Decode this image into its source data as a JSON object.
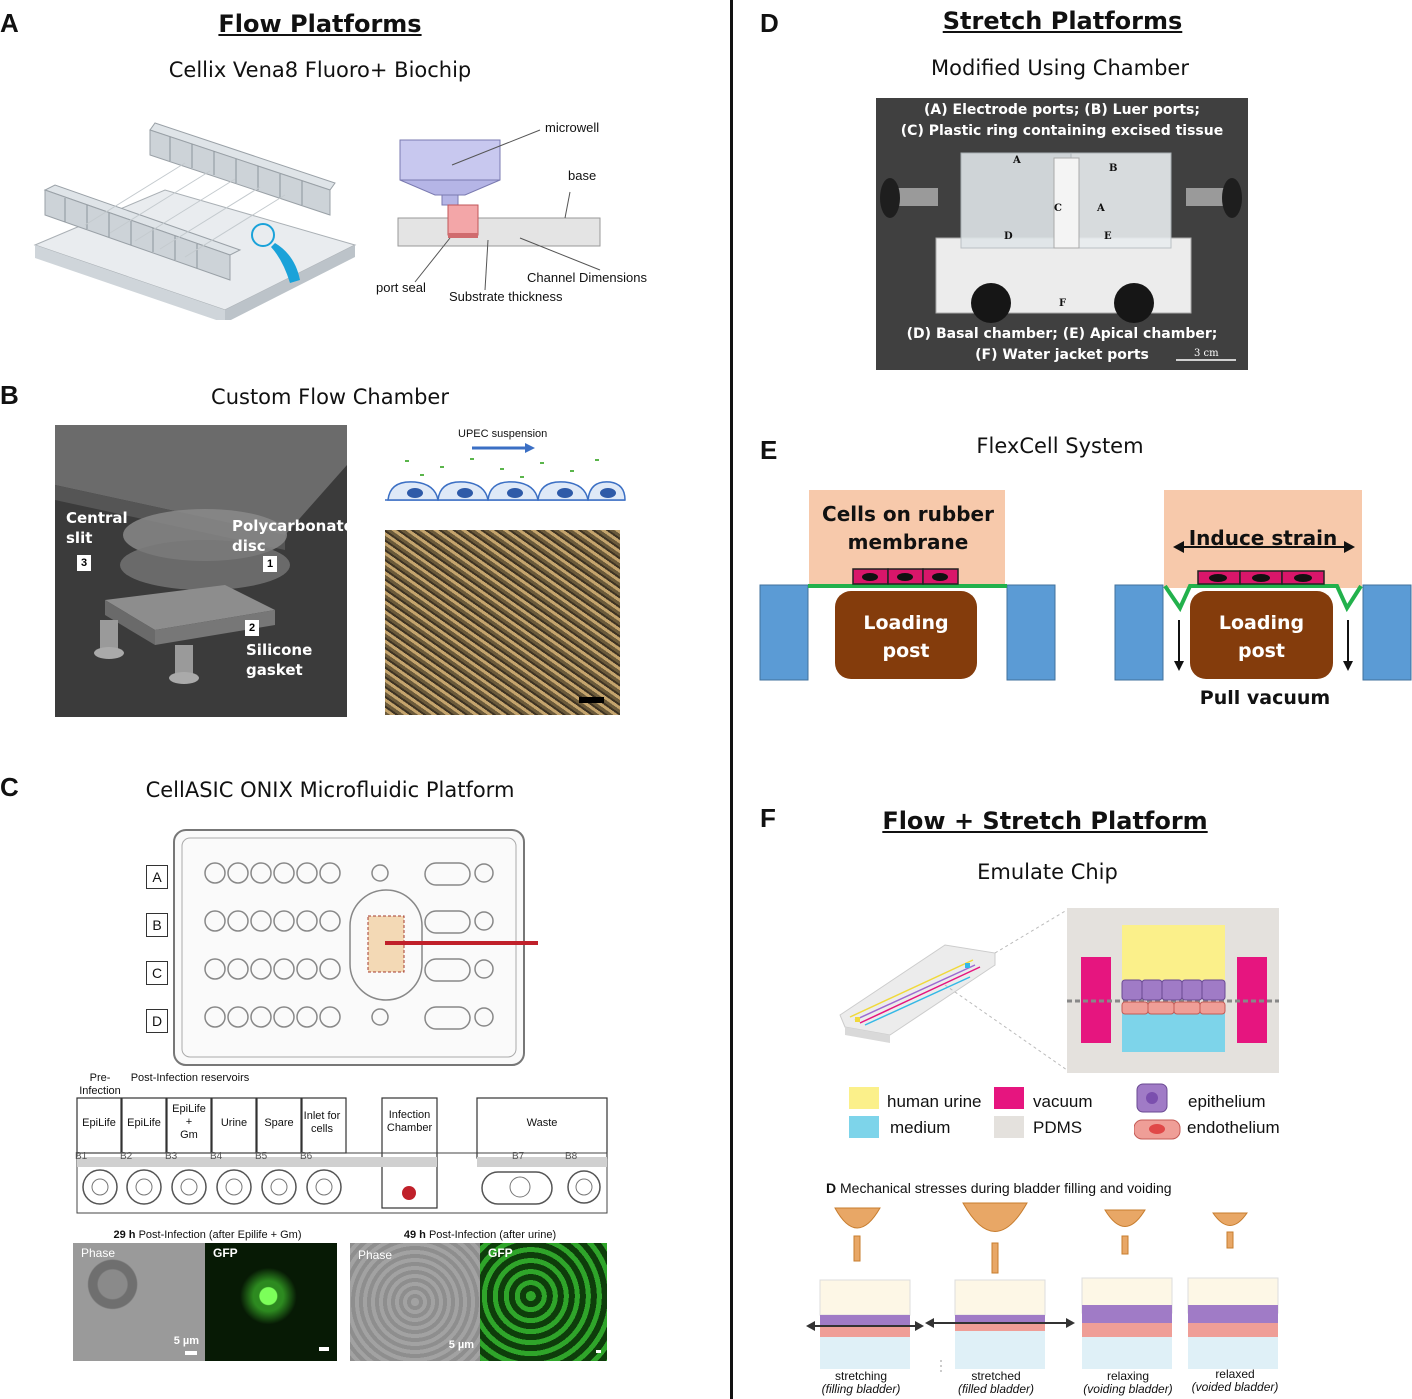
{
  "panels": {
    "A": {
      "letter": "A",
      "heading": "Flow Platforms",
      "subtitle": "Cellix Vena8 Fluoro+ Biochip",
      "diagram_labels": {
        "microwell": "microwell",
        "base": "base",
        "port_seal": "port seal",
        "channel_dimensions": "Channel Dimensions",
        "substrate_thickness": "Substrate thickness"
      }
    },
    "B": {
      "letter": "B",
      "subtitle": "Custom Flow Chamber",
      "labels": {
        "central_slit": [
          "Central",
          "slit"
        ],
        "polycarbonate_disc": [
          "Polycarbonate",
          "disc"
        ],
        "silicone_gasket": [
          "Silicone",
          "gasket"
        ],
        "n1": "1",
        "n2": "2",
        "n3": "3"
      },
      "upec": "UPEC suspension"
    },
    "C": {
      "letter": "C",
      "subtitle": "CellASIC ONIX Microfluidic Platform",
      "rows": [
        "A",
        "B",
        "C",
        "D"
      ],
      "pre_infection": [
        "Pre-",
        "Infection"
      ],
      "post_infection": "Post-Infection reservoirs",
      "reservoirs": [
        "EpiLife",
        "EpiLife",
        "EpiLife\n+\nGm",
        "Urine",
        "Spare",
        "Inlet for\ncells"
      ],
      "infection_chamber": [
        "Infection",
        "Chamber"
      ],
      "waste": "Waste",
      "wells": [
        "B1",
        "B2",
        "B3",
        "B4",
        "B5",
        "B6",
        "B7",
        "B8"
      ],
      "micro_left_title_bold": "29 h",
      "micro_left_title": " Post-Infection (after Epilife + Gm)",
      "micro_right_title_bold": "49 h",
      "micro_right_title": " Post-Infection (after urine)",
      "phase": "Phase",
      "gfp": "GFP",
      "scale": "5 µm"
    },
    "D": {
      "letter": "D",
      "heading": "Stretch Platforms",
      "subtitle": "Modified Using Chamber",
      "caption_top": [
        "(A) Electrode ports; (B) Luer ports;",
        "(C) Plastic ring containing excised tissue"
      ],
      "caption_bottom": [
        "(D) Basal chamber; (E) Apical chamber;",
        "(F) Water jacket ports"
      ],
      "scale": "3 cm",
      "photo_letters": [
        "A",
        "B",
        "C",
        "A",
        "D",
        "E",
        "F"
      ]
    },
    "E": {
      "letter": "E",
      "subtitle": "FlexCell System",
      "left_label": [
        "Cells on rubber",
        "membrane"
      ],
      "right_label": "Induce strain",
      "post_label": [
        "Loading",
        "post"
      ],
      "pull": "Pull vacuum"
    },
    "F": {
      "letter": "F",
      "heading": "Flow + Stretch Platform",
      "subtitle": "Emulate Chip",
      "legend": [
        {
          "label": "human urine",
          "color": "#fbf08a"
        },
        {
          "label": "medium",
          "color": "#7dd4ea"
        },
        {
          "label": "vacuum",
          "color": "#e6157f"
        },
        {
          "label": "PDMS",
          "color": "#e4e1dd"
        },
        {
          "label": "epithelium",
          "color": "#a07bc6"
        },
        {
          "label": "endothelium",
          "color": "#ef7d7a"
        }
      ],
      "mech_letter": "D",
      "mech_title": " Mechanical stresses during bladder filling and voiding",
      "stages": [
        {
          "name": "stretching",
          "desc": "(filling bladder)"
        },
        {
          "name": "stretched",
          "desc": "(filled bladder)"
        },
        {
          "name": "relaxing",
          "desc": "(voiding bladder)"
        },
        {
          "name": "relaxed",
          "desc": "(voided bladder)"
        }
      ]
    }
  },
  "colors": {
    "flex_pink": "#f7c9ab",
    "flex_blue": "#5b9bd5",
    "flex_brown": "#843c0c",
    "flex_green": "#22b14c",
    "cell_magenta": "#d9166a"
  }
}
